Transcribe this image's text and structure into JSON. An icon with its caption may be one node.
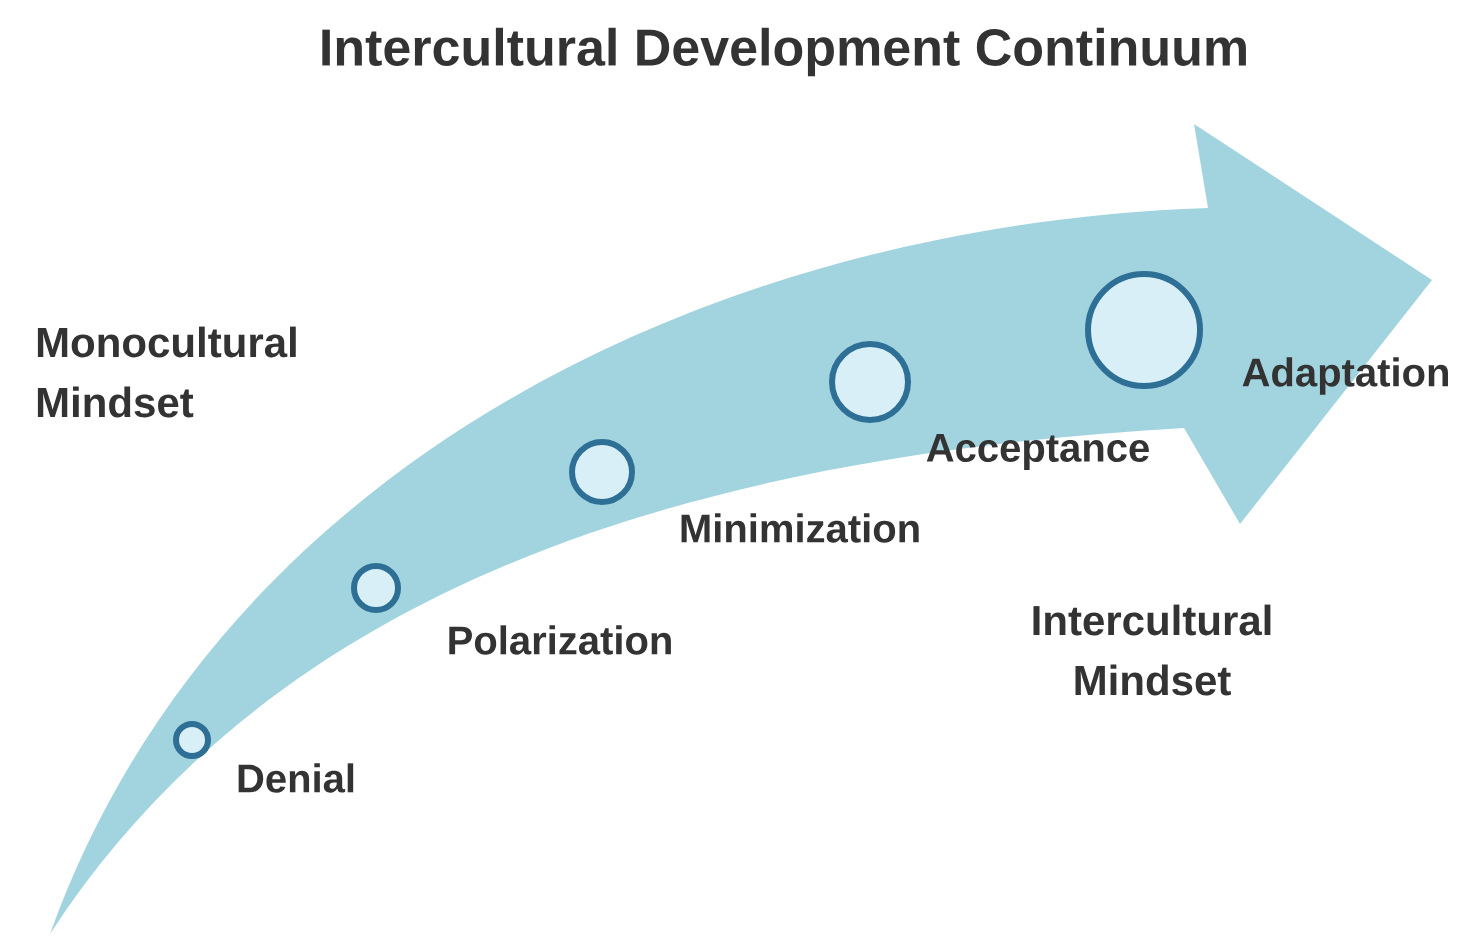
{
  "diagram": {
    "title": "Intercultural Development Continuum",
    "nodes": [
      {
        "text": [],
        "shape": "circle",
        "beside": [
          "Denial"
        ]
      },
      {
        "text": [],
        "shape": "circle",
        "beside": [
          "Polarization"
        ]
      },
      {
        "text": [],
        "shape": "circle",
        "beside": [
          "Minimization"
        ]
      },
      {
        "text": [],
        "shape": "circle",
        "beside": [
          "Acceptance"
        ]
      },
      {
        "text": [],
        "shape": "circle",
        "beside": [
          "Adaptation"
        ]
      }
    ],
    "labels": [
      "Monocultural Mindset",
      "Intercultural Mindset"
    ]
  }
}
